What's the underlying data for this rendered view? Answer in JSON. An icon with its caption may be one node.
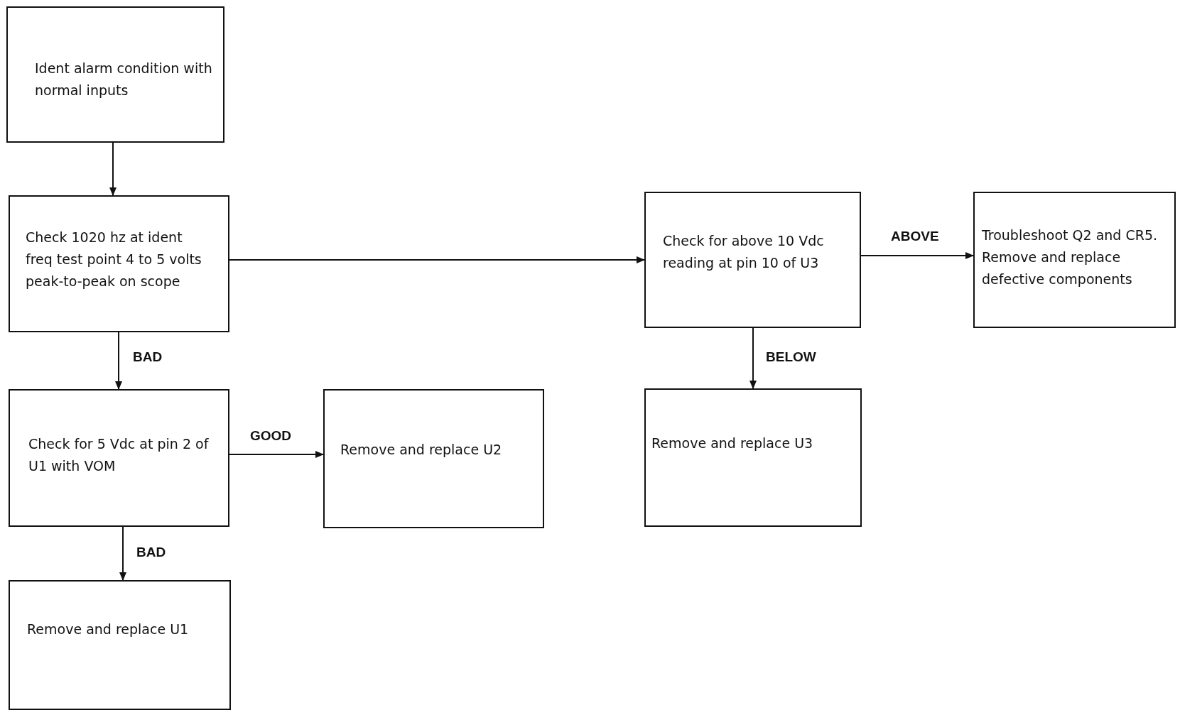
{
  "diagram": {
    "nodes": [
      {
        "text": [
          "Ident alarm condition with normal inputs"
        ]
      },
      {
        "text": [
          "Check 1020 hz at ident freq test point 4 to 5 volts peak-to-peak on scope"
        ]
      },
      {
        "text": [
          "Check for above 10 Vdc reading at pin 10 of U3"
        ]
      },
      {
        "text": [
          "Troubleshoot Q2 and CR5. Remove and replace defective components"
        ]
      },
      {
        "text": [
          "Check for 5 Vdc at pin 2 of U1 with VOM"
        ]
      },
      {
        "text": [
          "Remove and replace U2"
        ]
      },
      {
        "text": [
          "Remove and replace U3"
        ]
      },
      {
        "text": [
          "Remove and replace U1"
        ]
      }
    ],
    "edges": [
      {
        "from": 0,
        "to": 1,
        "arrow": "to"
      },
      {
        "from": 1,
        "to": 2,
        "arrow": "to"
      },
      {
        "from": 2,
        "to": 3,
        "arrow": "to",
        "label": "ABOVE"
      },
      {
        "from": 1,
        "to": 4,
        "arrow": "to",
        "label": "BAD"
      },
      {
        "from": 2,
        "to": 6,
        "arrow": "to",
        "label": "BELOW"
      },
      {
        "from": 4,
        "to": 5,
        "arrow": "to",
        "label": "GOOD"
      },
      {
        "from": 4,
        "to": 7,
        "arrow": "to",
        "label": "BAD"
      }
    ]
  }
}
